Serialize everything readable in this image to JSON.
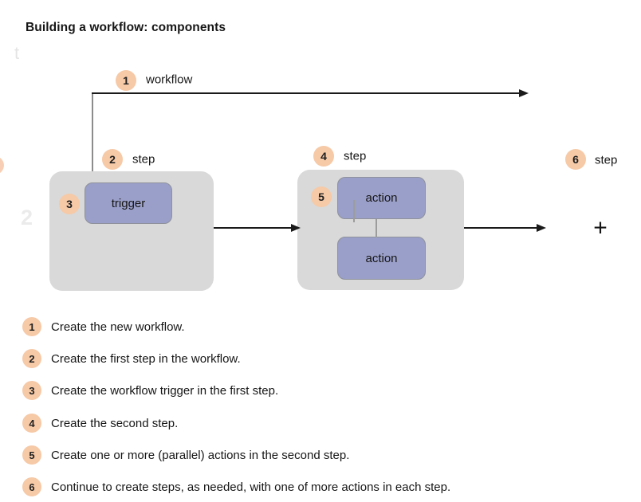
{
  "title": "Building a workflow: components",
  "colors": {
    "badge_bg": "#f6c9a7",
    "node_purple": "#9a9fc9",
    "container_gray": "#d9d9d9",
    "arrow_black": "#1a1a1a",
    "connector_gray": "#9c9c9c"
  },
  "diagram": {
    "workflow": {
      "num": "1",
      "label": "workflow"
    },
    "step_first": {
      "num": "2",
      "label": "step"
    },
    "trigger": {
      "num": "3",
      "label": "trigger"
    },
    "step_second": {
      "num": "4",
      "label": "step"
    },
    "actions": {
      "num": "5",
      "label1": "action",
      "label2": "action"
    },
    "step_more": {
      "num": "6",
      "label": "step"
    },
    "plus": "+",
    "ghost_letter": "t",
    "ghost_number": "2"
  },
  "legend": {
    "items": [
      {
        "num": "1",
        "text": "Create the new workflow."
      },
      {
        "num": "2",
        "text": "Create the first step in the workflow."
      },
      {
        "num": "3",
        "text": "Create the workflow trigger in the first step."
      },
      {
        "num": "4",
        "text": "Create the second step."
      },
      {
        "num": "5",
        "text": "Create one or more (parallel) actions in the second step."
      },
      {
        "num": "6",
        "text": "Continue to create steps, as needed, with one of more actions in each step."
      }
    ]
  }
}
